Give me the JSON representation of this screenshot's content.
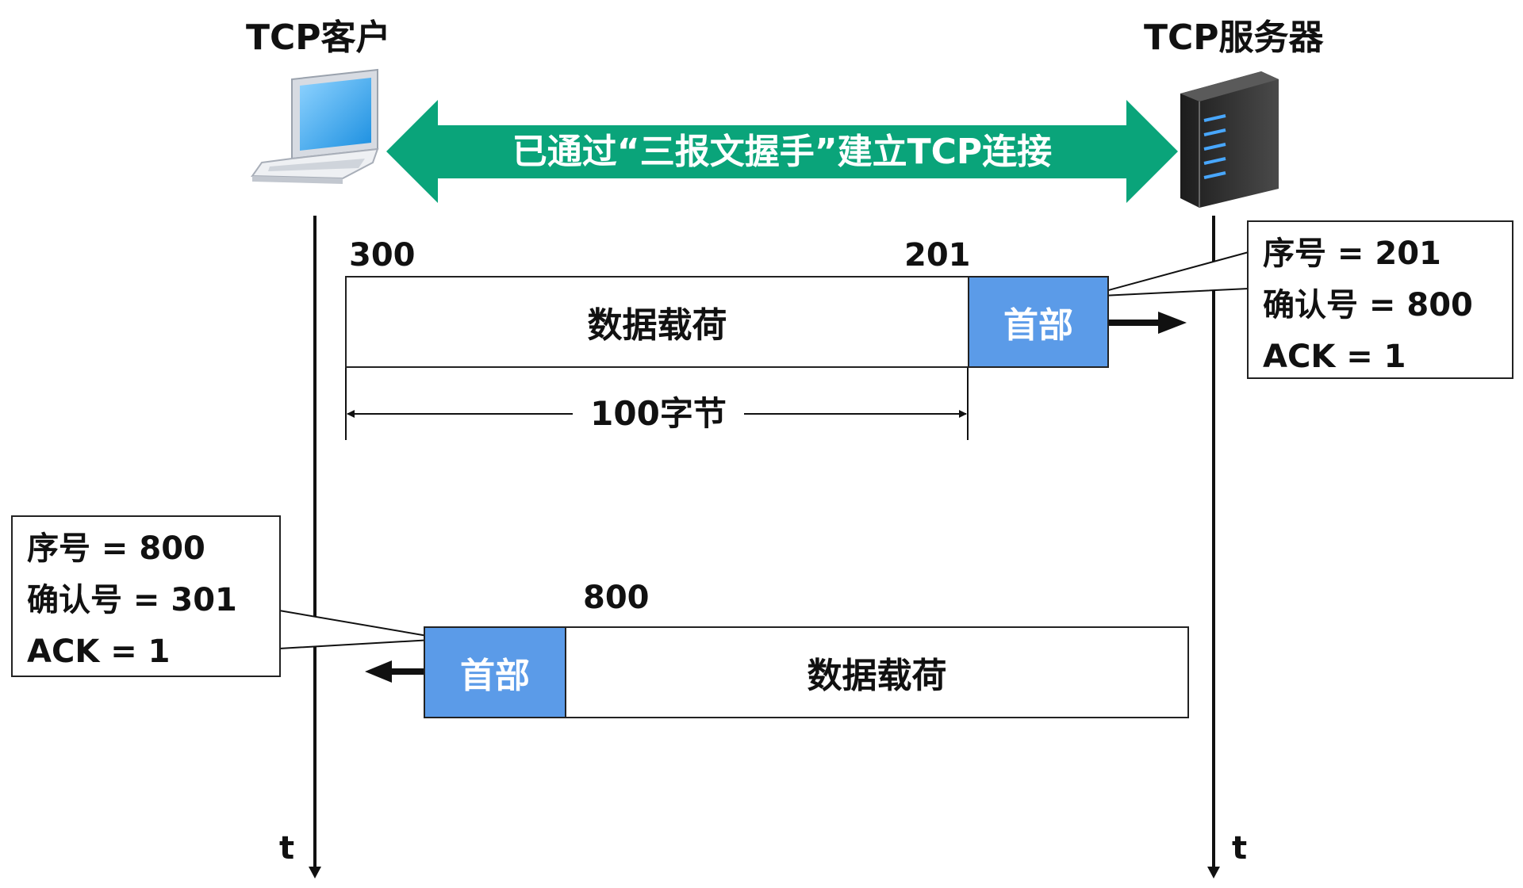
{
  "client": {
    "label": "TCP客户"
  },
  "server": {
    "label": "TCP服务器"
  },
  "connection": {
    "text": "已通过“三报文握手”建立TCP连接"
  },
  "colors": {
    "arrow": "#0aa47a",
    "header": "#5b9be8"
  },
  "segment1": {
    "start_label": "300",
    "end_label": "201",
    "payload_label": "数据载荷",
    "header_label": "首部",
    "length_label": "100字节",
    "info": [
      "序号 = 201",
      "确认号 = 800",
      "ACK = 1"
    ]
  },
  "segment2": {
    "start_label": "800",
    "payload_label": "数据载荷",
    "header_label": "首部",
    "info": [
      "序号 = 800",
      "确认号 = 301",
      "ACK = 1"
    ]
  },
  "time_axis": {
    "client_label": "t",
    "server_label": "t"
  }
}
